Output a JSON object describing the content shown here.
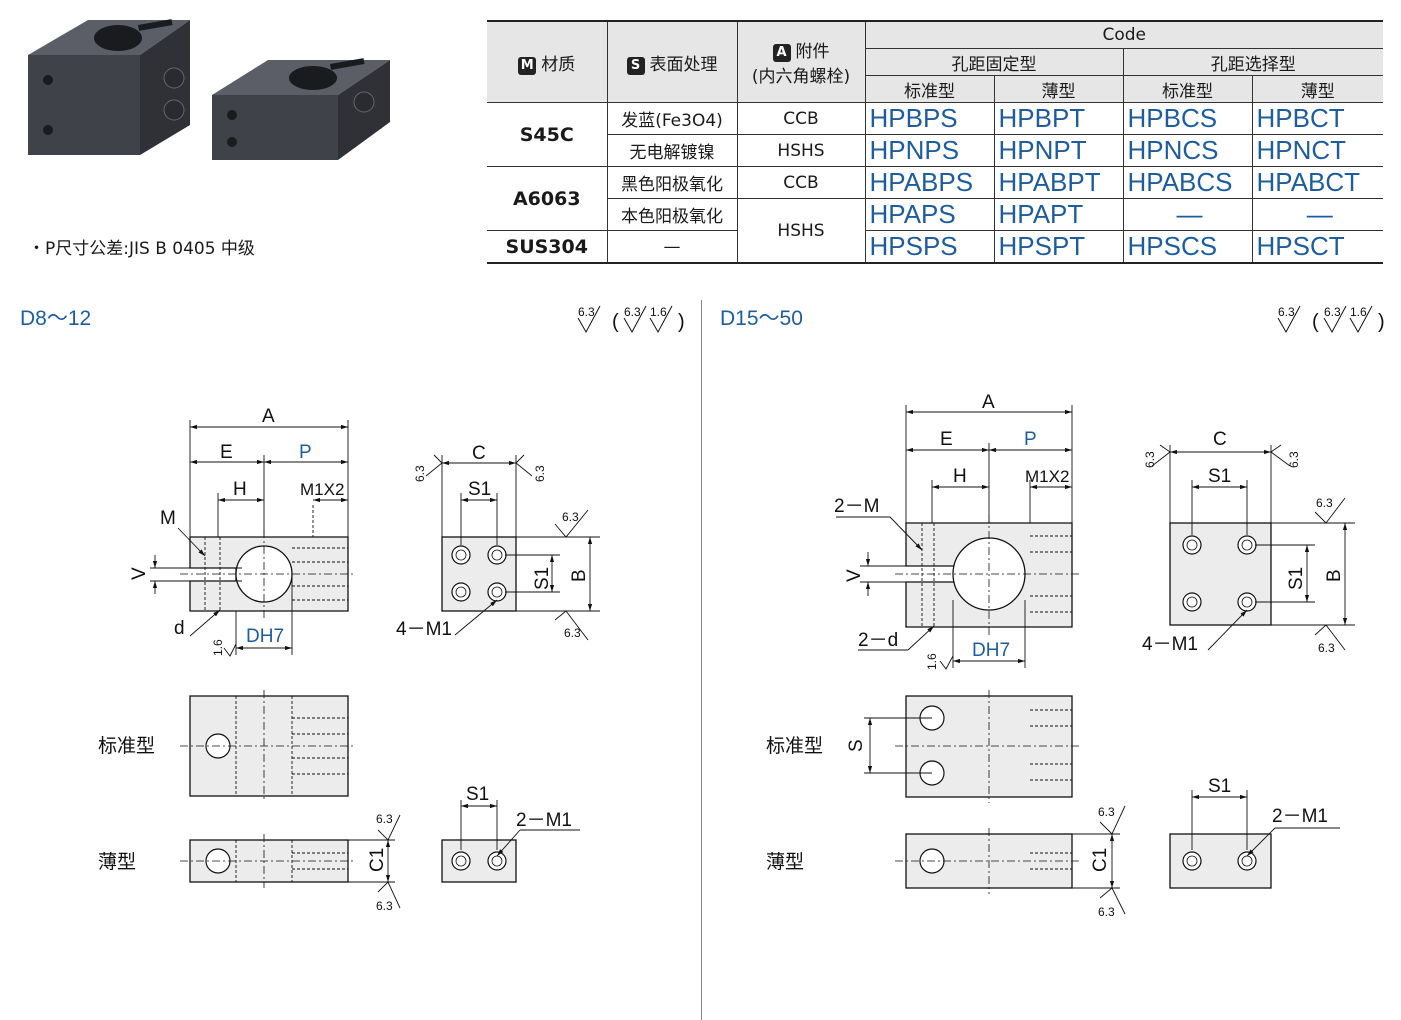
{
  "tolerance_note": "・P尺寸公差:JIS B 0405 中级",
  "table": {
    "headers": {
      "material_badge": "M",
      "material": "材质",
      "surface_badge": "S",
      "surface": "表面处理",
      "accessory_badge": "A",
      "accessory": "附件",
      "accessory_sub": "(内六角螺栓)",
      "code": "Code",
      "fixed_pitch": "孔距固定型",
      "select_pitch": "孔距选择型",
      "standard": "标准型",
      "thin": "薄型",
      "standard2": "标准型",
      "thin2": "薄型"
    },
    "rows": [
      {
        "material": "S45C",
        "surface": "发蓝(Fe3O4)",
        "accessory": "CCB",
        "codes": [
          "HPBPS",
          "HPBPT",
          "HPBCS",
          "HPBCT"
        ]
      },
      {
        "material": "",
        "surface": "无电解镀镍",
        "accessory": "HSHS",
        "codes": [
          "HPNPS",
          "HPNPT",
          "HPNCS",
          "HPNCT"
        ]
      },
      {
        "material": "A6063",
        "surface": "黑色阳极氧化",
        "accessory": "CCB",
        "codes": [
          "HPABPS",
          "HPABPT",
          "HPABCS",
          "HPABCT"
        ]
      },
      {
        "material": "",
        "surface": "本色阳极氧化",
        "accessory": "HSHS",
        "codes": [
          "HPAPS",
          "HPAPT",
          "—",
          "—"
        ]
      },
      {
        "material": "SUS304",
        "surface": "—",
        "accessory": "",
        "codes": [
          "HPSPS",
          "HPSPT",
          "HPSCS",
          "HPSCT"
        ]
      }
    ]
  },
  "left": {
    "title": "D8～12",
    "roughness": "6.3/ (6.3/ 1.6/ )",
    "labels": {
      "A": "A",
      "E": "E",
      "P": "P",
      "H": "H",
      "M1x2": "M1X2",
      "M": "M",
      "V": "V",
      "d": "d",
      "DH7": "DH7",
      "C": "C",
      "S1": "S1",
      "B": "B",
      "holes": "4－M1",
      "r16": "1.6",
      "r63": "6.3"
    },
    "standard_label": "标准型",
    "thin_label": "薄型",
    "thin_C1": "C1",
    "thin_S1": "S1",
    "thin_holes": "2－M1"
  },
  "right": {
    "title": "D15～50",
    "roughness": "6.3/ (6.3/ 1.6/ )",
    "labels": {
      "A": "A",
      "E": "E",
      "P": "P",
      "H": "H",
      "M1x2": "M1X2",
      "M": "2－M",
      "V": "V",
      "d": "2－d",
      "DH7": "DH7",
      "C": "C",
      "S1": "S1",
      "B": "B",
      "holes": "4－M1",
      "r16": "1.6",
      "r63": "6.3"
    },
    "standard_label": "标准型",
    "standard_S": "S",
    "thin_label": "薄型",
    "thin_C1": "C1",
    "thin_S1": "S1",
    "thin_holes": "2－M1"
  }
}
